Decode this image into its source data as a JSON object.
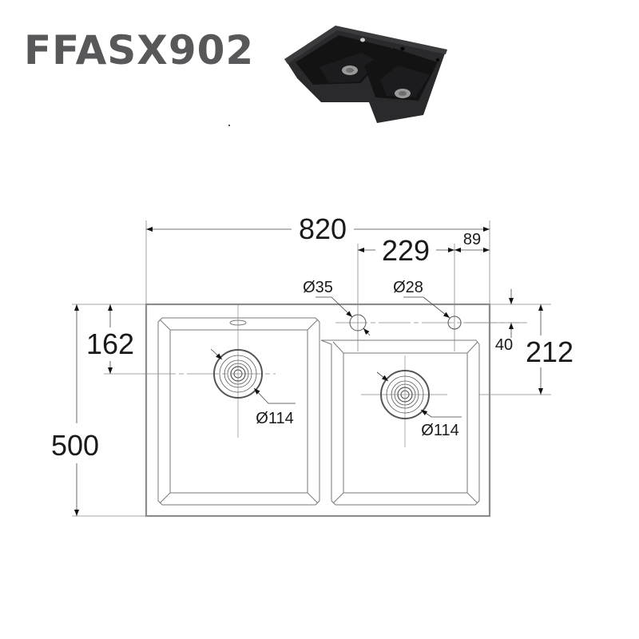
{
  "product": {
    "model": "FFASX902",
    "title_color": "#58585b",
    "photo_label": "double-bowl-black-granite-sink-render"
  },
  "drawing": {
    "view": "top",
    "overall_width": {
      "label": "820",
      "value_mm": 820
    },
    "overall_depth": {
      "label": "500",
      "value_mm": 500
    },
    "tap_hole_spacing": {
      "label": "229",
      "value_mm": 229
    },
    "tap_hole_edge_offset": {
      "label": "89",
      "value_mm": 89
    },
    "tap_hole_depth_offset": {
      "label": "40",
      "value_mm": 40
    },
    "left_drain_depth": {
      "label": "162",
      "value_mm": 162
    },
    "right_drain_depth": {
      "label": "212",
      "value_mm": 212
    },
    "tap_hole_large": {
      "label": "Ø35",
      "diameter_mm": 35
    },
    "tap_hole_small": {
      "label": "Ø28",
      "diameter_mm": 28
    },
    "left_drain": {
      "label": "Ø114",
      "diameter_mm": 114
    },
    "right_drain": {
      "label": "Ø114",
      "diameter_mm": 114
    },
    "line_color": "#6b6b6b",
    "text_color": "#1a1a1a"
  }
}
